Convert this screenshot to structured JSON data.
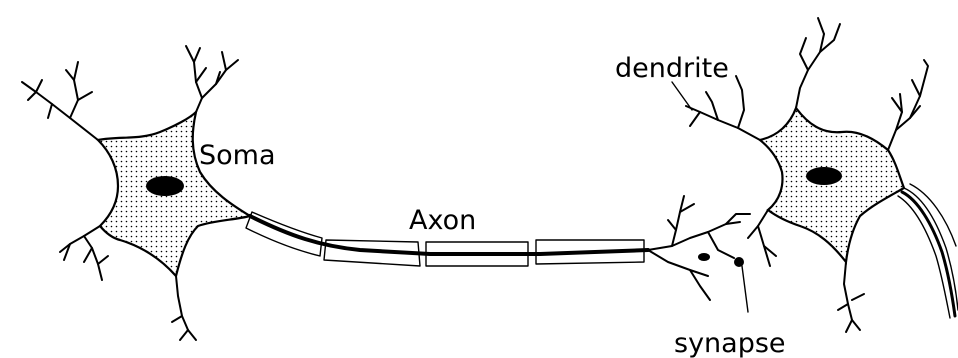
{
  "labels": {
    "soma": "Soma",
    "axon": "Axon",
    "dendrite": "dendrite",
    "synapse": "synapse"
  },
  "colors": {
    "ink": "#000000",
    "background": "#ffffff"
  }
}
